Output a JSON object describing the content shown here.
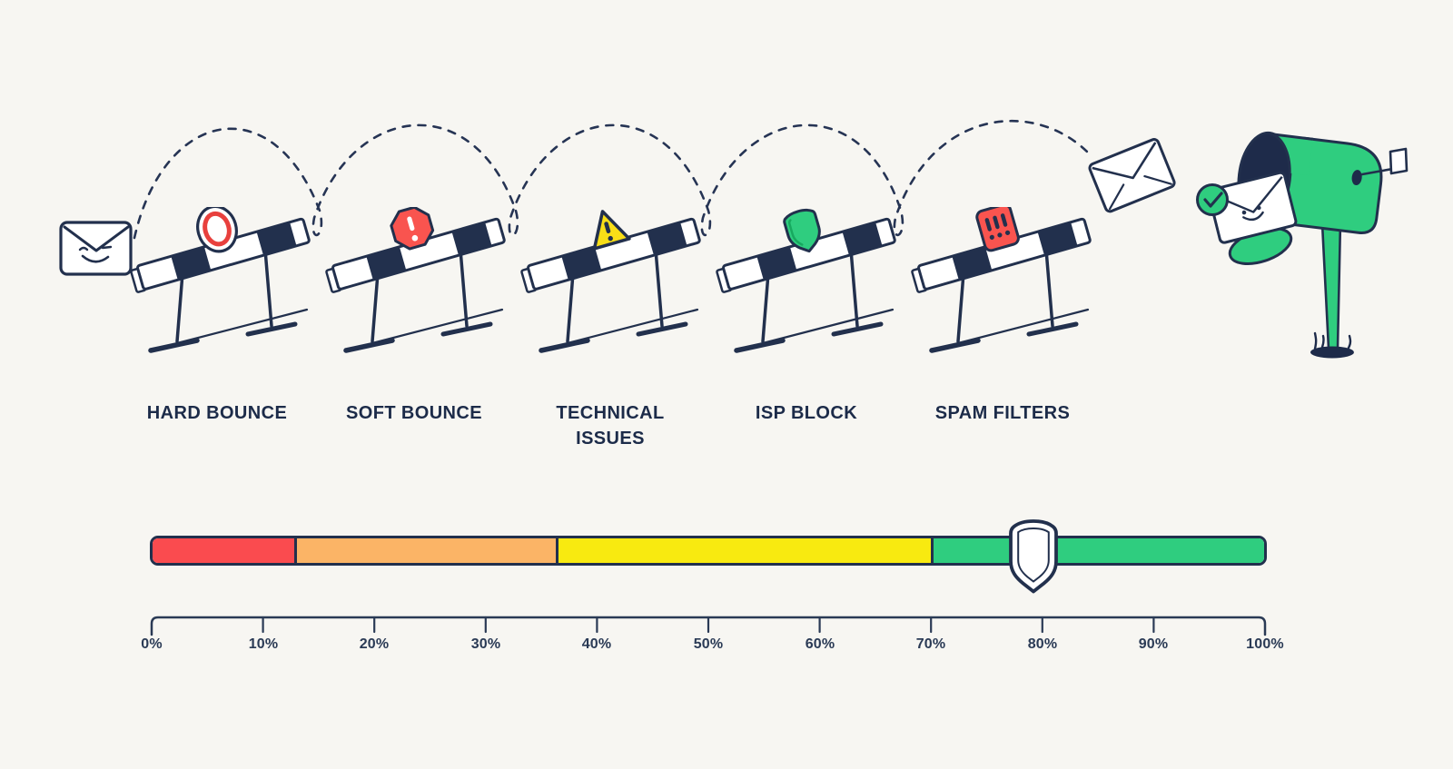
{
  "page": {
    "background_color": "#F7F6F2",
    "outline_color": "#22304D",
    "text_color": "#1C2B49"
  },
  "illustration": {
    "sender_envelope": {
      "icon": "smiling-envelope-icon"
    },
    "flight_path": {
      "icon": "dashed-flight-path",
      "style": "dashed-arcs"
    },
    "hurdles": [
      {
        "id": "hard-bounce",
        "label": "HARD BOUNCE",
        "icon": "blocked-ring-icon",
        "icon_color": "#E8403D"
      },
      {
        "id": "soft-bounce",
        "label": "SOFT BOUNCE",
        "icon": "octagon-exclamation-icon",
        "icon_color": "#F9544F"
      },
      {
        "id": "technical-issues",
        "label": "TECHNICAL ISSUES",
        "icon": "warning-triangle-icon",
        "icon_color": "#F8DE17"
      },
      {
        "id": "isp-block",
        "label": "ISP BLOCK",
        "icon": "shield-icon",
        "icon_color": "#2FCD7F"
      },
      {
        "id": "spam-filters",
        "label": "SPAM FILTERS",
        "icon": "spam-exclamations-icon",
        "icon_color": "#F9544F"
      }
    ],
    "mailbox": {
      "icon": "mailbox-icon",
      "body_color": "#2FCD7F",
      "check_badge_icon": "check-badge-icon",
      "incoming_envelope_icon": "incoming-envelope-icon",
      "delivered_envelope_icon": "delivered-envelope-icon"
    }
  },
  "gauge": {
    "segments": [
      {
        "name": "red",
        "color": "#FA4B4F",
        "from_percent": 0,
        "to_percent": 12.8
      },
      {
        "name": "orange",
        "color": "#FBB466",
        "from_percent": 12.8,
        "to_percent": 36.3
      },
      {
        "name": "yellow",
        "color": "#F8EA10",
        "from_percent": 36.3,
        "to_percent": 70
      },
      {
        "name": "green",
        "color": "#2FCD7F",
        "from_percent": 70,
        "to_percent": 100
      }
    ],
    "marker": {
      "icon": "shield-marker-icon",
      "fill": "#FFFFFF",
      "position_percent": 79.2
    },
    "axis": {
      "min": 0,
      "max": 100,
      "step": 10,
      "tick_labels": [
        "0%",
        "10%",
        "20%",
        "30%",
        "40%",
        "50%",
        "60%",
        "70%",
        "80%",
        "90%",
        "100%"
      ]
    }
  }
}
